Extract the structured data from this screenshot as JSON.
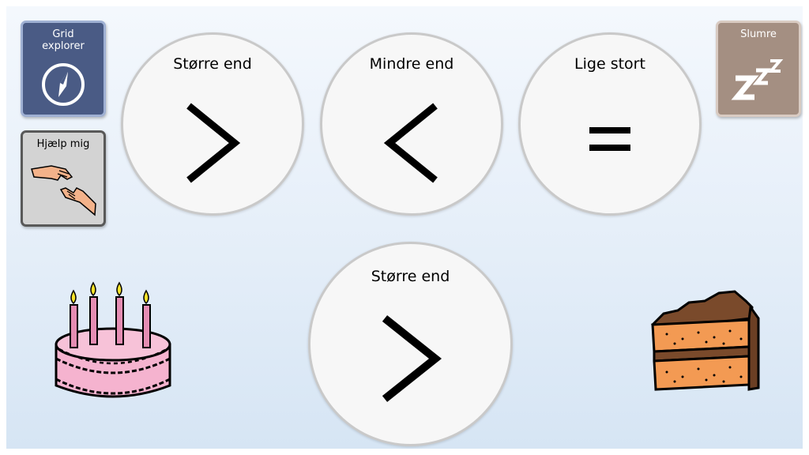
{
  "tiles": {
    "grid_explorer": {
      "label_line1": "Grid",
      "label_line2": "explorer",
      "icon": "compass-icon",
      "bg_color": "#4a5b85",
      "border_color": "#9fb0d3"
    },
    "help_me": {
      "label": "Hjælp mig",
      "icon": "helping-hands-icon",
      "bg_color": "#d3d3d3",
      "border_color": "#595959"
    },
    "sleep": {
      "label": "Slumre",
      "icon": "zzz-icon",
      "bg_color": "#a48f82",
      "border_color": "#d9cbc2"
    }
  },
  "choices": [
    {
      "label": "Større end",
      "symbol": "greater-than-icon"
    },
    {
      "label": "Mindre end",
      "symbol": "less-than-icon"
    },
    {
      "label": "Lige stort",
      "symbol": "equals-icon"
    }
  ],
  "answer": {
    "label": "Større end",
    "symbol": "greater-than-icon"
  },
  "comparison_items": [
    {
      "name": "birthday-cake-picture"
    },
    {
      "name": "cake-slice-picture"
    }
  ]
}
